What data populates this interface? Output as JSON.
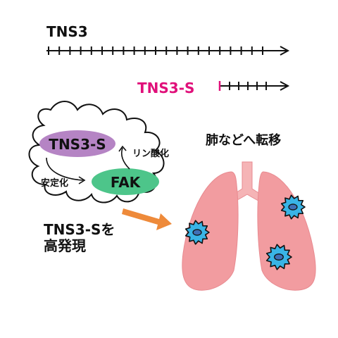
{
  "gene_full_label": "TNS3",
  "gene_short_label": "TNS3-S",
  "protein_tns3s_label": "TNS3-S",
  "protein_fak_label": "FAK",
  "phosphorylation_label": "リン酸化",
  "stabilization_label": "安定化",
  "high_expression_line1": "TNS3-Sを",
  "high_expression_line2": "高発現",
  "metastasis_label": "肺などへ転移",
  "colors": {
    "accent_magenta": "#e0107a",
    "tns3s_oval": "#b584c4",
    "fak_oval": "#4dc58a",
    "arrow_orange": "#ee8a3a",
    "lung_pink": "#f29ca0",
    "trachea_pink": "#f5b4b6",
    "tumor_blue": "#39b4e6",
    "tumor_nucleus": "#3f6fb6"
  },
  "icons": {
    "transcript_full": "gene-track-arrow-icon",
    "transcript_short": "gene-track-arrow-icon",
    "cell": "cell-outline-icon",
    "lungs": "lungs-icon",
    "tumor": "tumor-cell-icon"
  }
}
